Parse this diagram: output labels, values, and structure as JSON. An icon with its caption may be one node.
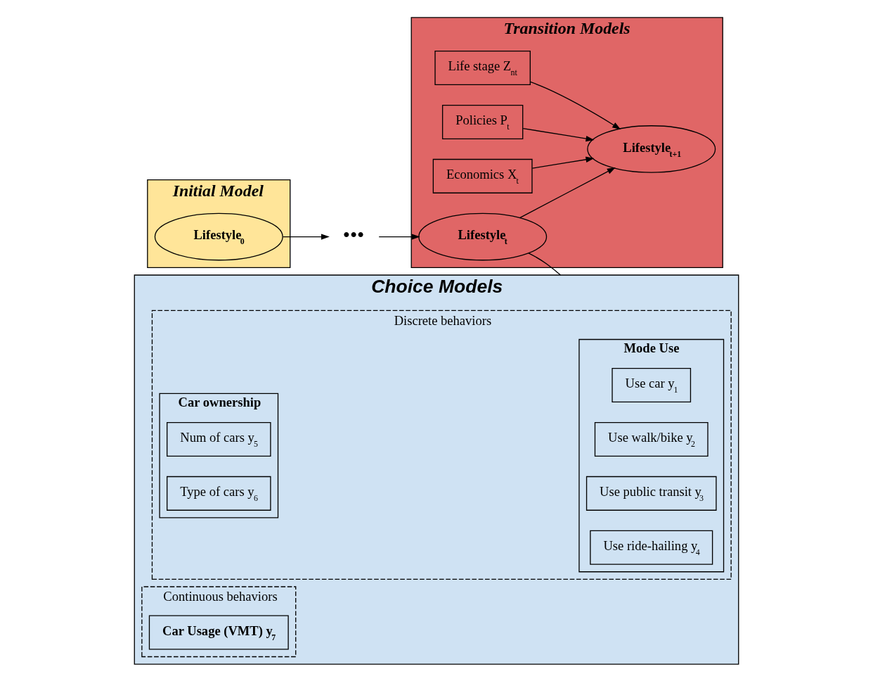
{
  "diagram": {
    "nodes": [
      {
        "text": [
          "Initial Model"
        ]
      },
      {
        "text": [
          "Lifestyle$_{0}$"
        ],
        "in": 0
      },
      {
        "text": [
          "•••"
        ]
      },
      {
        "text": [
          "Transition Models"
        ]
      },
      {
        "text": [
          "Life stage Z$_{nt}$"
        ],
        "in": 3
      },
      {
        "text": [
          "Policies P$_{t}$"
        ],
        "in": 3
      },
      {
        "text": [
          "Economics X$_{t}$"
        ],
        "in": 3
      },
      {
        "text": [
          "Lifestyle$_{t}$"
        ],
        "in": 3
      },
      {
        "text": [
          "Lifestyle$_{t+1}$"
        ],
        "in": 3
      },
      {
        "text": [
          "Choice Models"
        ]
      },
      {
        "text": [
          "Discrete behaviors"
        ],
        "in": 9
      },
      {
        "text": [
          "Mode Use"
        ],
        "in": 10
      },
      {
        "text": [
          "Use car y$_{1}$"
        ],
        "in": 11
      },
      {
        "text": [
          "Use walk/bike y$_{2}$"
        ],
        "in": 11
      },
      {
        "text": [
          "Use public transit y$_{3}$"
        ],
        "in": 11
      },
      {
        "text": [
          "Use ride-hailing y$_{4}$"
        ],
        "in": 11
      },
      {
        "text": [
          "Car ownership"
        ],
        "in": 10
      },
      {
        "text": [
          "Num of cars y$_{5}$"
        ],
        "in": 16
      },
      {
        "text": [
          "Type of cars y$_{6}$"
        ],
        "in": 16
      },
      {
        "text": [
          "Continuous behaviors"
        ],
        "in": 9
      },
      {
        "text": [
          "Car Usage (VMT) y$_{7}$"
        ],
        "in": 19
      }
    ],
    "edges": [
      {
        "from": 1,
        "to": 2,
        "arrow": "to"
      },
      {
        "from": 2,
        "to": 7,
        "arrow": "to"
      },
      {
        "from": 7,
        "to": 8,
        "arrow": "to"
      },
      {
        "from": 4,
        "to": 8,
        "arrow": "to"
      },
      {
        "from": 5,
        "to": 8,
        "arrow": "to"
      },
      {
        "from": 6,
        "to": 8,
        "arrow": "to"
      },
      {
        "from": 7,
        "to": 9,
        "arrow": "none"
      }
    ]
  }
}
